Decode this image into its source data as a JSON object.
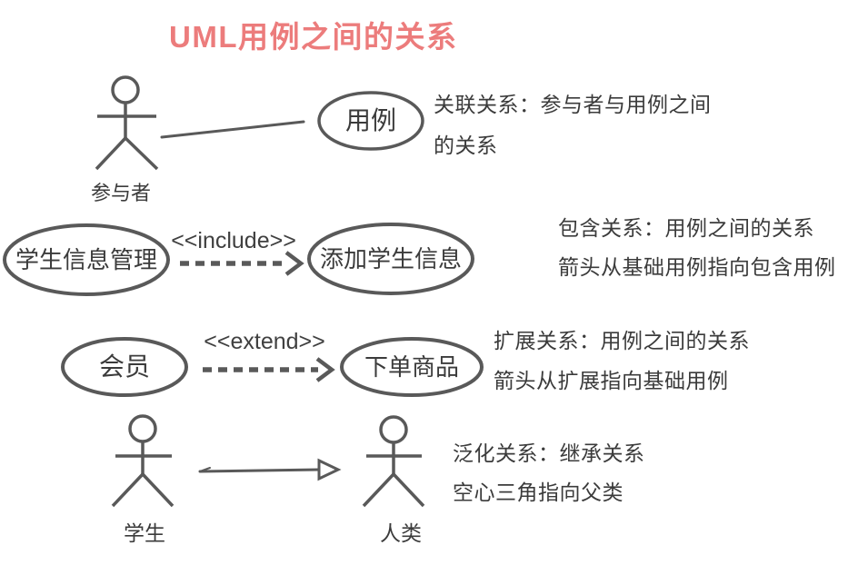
{
  "title": {
    "text": "UML用例之间的关系"
  },
  "colors": {
    "title": "#ec7c7c",
    "stroke": "#595959",
    "text": "#3b3b3b"
  },
  "sections": {
    "association": {
      "actor_label": "参与者",
      "usecase_label": "用例",
      "note_line1": "关联关系：参与者与用例之间",
      "note_line2": "的关系"
    },
    "include": {
      "base_usecase": "学生信息管理",
      "stereotype": "<<include>>",
      "included_usecase": "添加学生信息",
      "note_line1": "包含关系：用例之间的关系",
      "note_line2": "箭头从基础用例指向包含用例"
    },
    "extend": {
      "extension_usecase": "会员",
      "stereotype": "<<extend>>",
      "base_usecase": "下单商品",
      "note_line1": "扩展关系：用例之间的关系",
      "note_line2": "箭头从扩展指向基础用例"
    },
    "generalization": {
      "child_actor_label": "学生",
      "parent_actor_label": "人类",
      "note_line1": "泛化关系：继承关系",
      "note_line2": "空心三角指向父类"
    }
  }
}
